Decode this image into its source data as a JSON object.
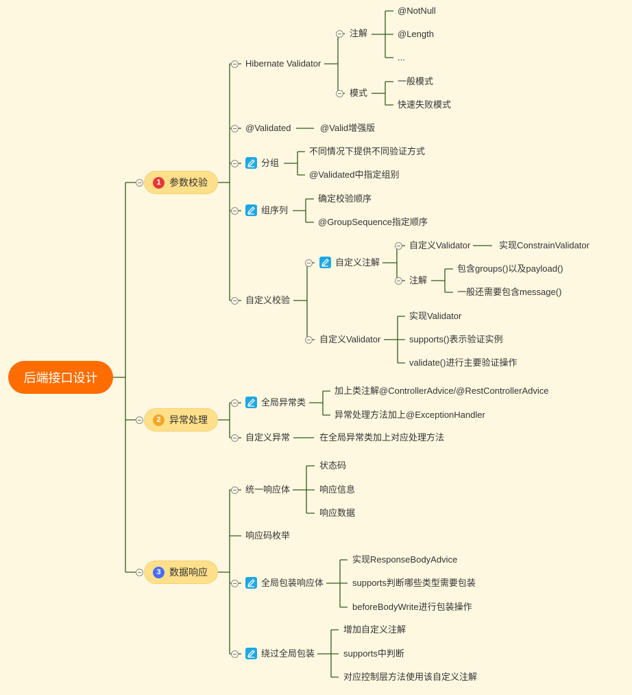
{
  "root": "后端接口设计",
  "nodes": {
    "n1": "参数校验",
    "n1_badge": "1",
    "hibernate": "Hibernate Validator",
    "annot": "注解",
    "notnull": "@NotNull",
    "length": "@Length",
    "ellipsis": "...",
    "mode": "模式",
    "mode_general": "一般模式",
    "mode_failfast": "快速失败模式",
    "validated": "@Validated",
    "valid_plus": "@Valid增强版",
    "group": "分组",
    "group_1": "不同情况下提供不同验证方式",
    "group_2": "@Validated中指定组别",
    "groupseq": "组序列",
    "groupseq_1": "确定校验顺序",
    "groupseq_2": "@GroupSequence指定顺序",
    "custom_check": "自定义校验",
    "custom_annot": "自定义注解",
    "cv": "自定义Validator",
    "cv_impl": "实现ConstrainValidator",
    "annot2": "注解",
    "annot2_1": "包含groups()以及payload()",
    "annot2_2": "一般还需要包含message()",
    "cv2": "自定义Validator",
    "cv2_1": "实现Validator",
    "cv2_2": "supports()表示验证实例",
    "cv2_3": "validate()进行主要验证操作",
    "n2": "异常处理",
    "n2_badge": "2",
    "global_ex": "全局异常类",
    "global_ex_1": "加上类注解@ControllerAdvice/@RestControllerAdvice",
    "global_ex_2": "异常处理方法加上@ExceptionHandler",
    "custom_ex": "自定义异常",
    "custom_ex_1": "在全局异常类加上对应处理方法",
    "n3": "数据响应",
    "n3_badge": "3",
    "resp_body": "统一响应体",
    "resp_code": "状态码",
    "resp_msg": "响应信息",
    "resp_data": "响应数据",
    "resp_enum": "响应码枚举",
    "global_wrap": "全局包装响应体",
    "gw_1": "实现ResponseBodyAdvice",
    "gw_2": "supports判断哪些类型需要包装",
    "gw_3": "beforeBodyWrite进行包装操作",
    "bypass": "绕过全局包装",
    "bp_1": "增加自定义注解",
    "bp_2": "supports中判断",
    "bp_3": "对应控制层方法使用该自定义注解"
  },
  "colors": {
    "root_bg": "#ff6d00",
    "pill_bg": "#ffe08a",
    "line": "#2e5a1c",
    "background": "#fff8e1",
    "edit_icon": "#1ea7e4"
  },
  "icons": {
    "badge_1": "number-1-badge-red",
    "badge_2": "number-2-badge-yellow",
    "badge_3": "number-3-badge-blue",
    "edit": "pencil-edit-icon",
    "toggle": "collapse-minus-icon"
  }
}
